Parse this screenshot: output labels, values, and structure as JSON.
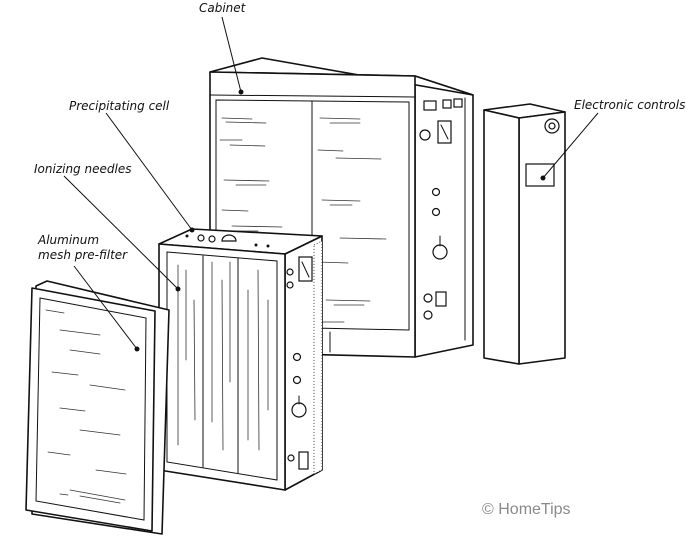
{
  "labels": {
    "cabinet": "Cabinet",
    "precipitating_cell": "Precipitating cell",
    "ionizing_needles": "Ionizing needles",
    "prefilter_line1": "Aluminum",
    "prefilter_line2": "mesh pre-filter",
    "electronic_controls": "Electronic controls"
  },
  "watermark": "© HomeTips"
}
